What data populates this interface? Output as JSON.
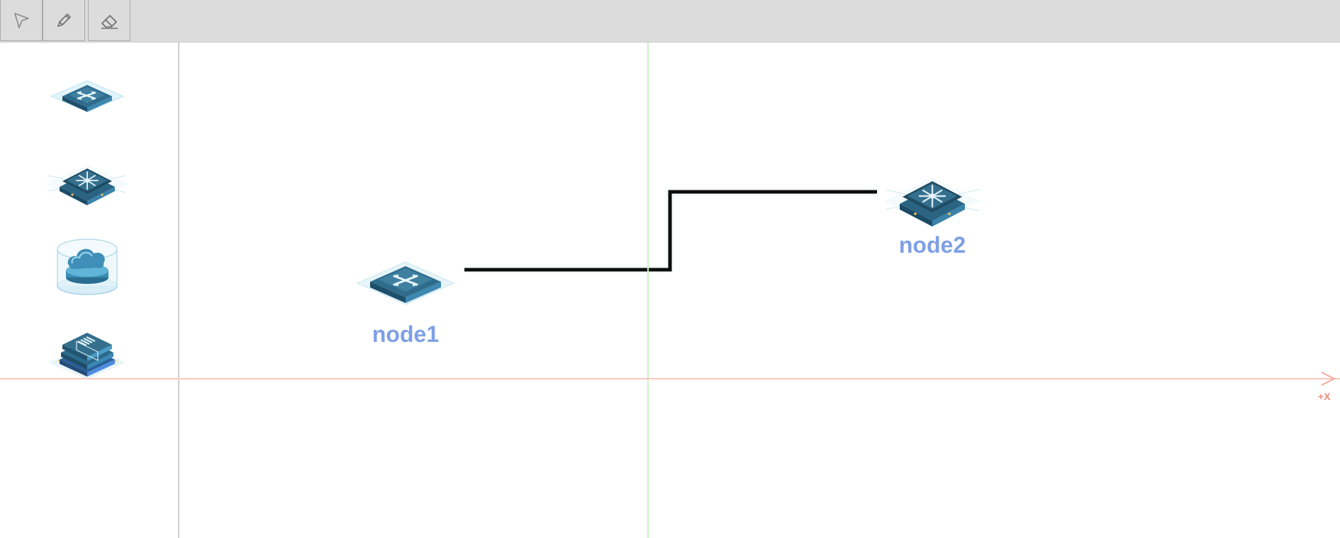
{
  "toolbar": {
    "tools": [
      {
        "name": "select",
        "icon": "pointer-arrow-icon"
      },
      {
        "name": "draw",
        "icon": "pencil-icon"
      },
      {
        "name": "erase",
        "icon": "eraser-icon"
      }
    ]
  },
  "palette": {
    "items": [
      {
        "icon": "switch-device-icon"
      },
      {
        "icon": "router-device-icon"
      },
      {
        "icon": "cloud-device-icon"
      },
      {
        "icon": "server-stack-icon"
      }
    ]
  },
  "canvas": {
    "axis_x_label": "+X",
    "axis_colors": {
      "x": "#f7c7be",
      "y": "#c9f2c2"
    },
    "label_color": "#7fa0e6",
    "link_color": "#111111",
    "nodes": [
      {
        "id": "node1",
        "label": "node1",
        "icon": "switch-device-icon"
      },
      {
        "id": "node2",
        "label": "node2",
        "icon": "router-device-icon"
      }
    ],
    "links": [
      {
        "from": "node1",
        "to": "node2",
        "style": "orthogonal"
      }
    ]
  }
}
